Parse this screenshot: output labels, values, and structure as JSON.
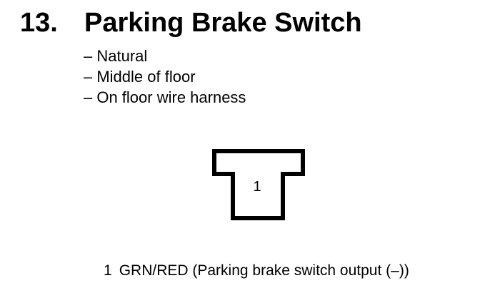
{
  "heading": {
    "number": "13.",
    "title": "Parking Brake Switch"
  },
  "details": [
    "– Natural",
    "– Middle of floor",
    "– On floor wire harness"
  ],
  "connector": {
    "pin_label": "1"
  },
  "pins": [
    {
      "number": "1",
      "description": "GRN/RED (Parking brake switch output (–))"
    }
  ]
}
